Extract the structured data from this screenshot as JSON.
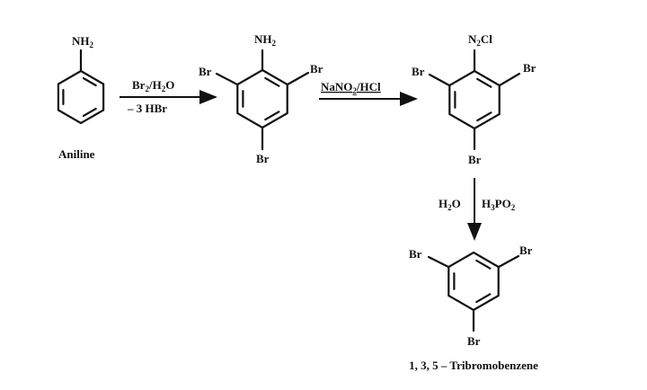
{
  "diagram": {
    "title_type": "reaction-scheme",
    "aniline": {
      "substituent": [
        "NH",
        "2"
      ],
      "name": "Aniline"
    },
    "step1": {
      "reagent": [
        "Br",
        "2",
        "/H",
        "2",
        "O"
      ],
      "byproduct": "– 3 HBr"
    },
    "tribromoaniline": {
      "top": [
        "NH",
        "2"
      ],
      "left": "Br",
      "right": "Br",
      "bottom": "Br"
    },
    "step2": {
      "reagent": [
        "NaNO",
        "2",
        "/HCl"
      ]
    },
    "diazonium": {
      "top": [
        "N",
        "2",
        "Cl"
      ],
      "left": "Br",
      "right": "Br",
      "bottom": "Br"
    },
    "step3": {
      "left_reagent": [
        "H",
        "2",
        "O"
      ],
      "right_reagent": [
        "H",
        "3",
        "PO",
        "2"
      ]
    },
    "product": {
      "left": "Br",
      "right": "Br",
      "bottom": "Br",
      "name": "1, 3, 5 – Tribromobenzene"
    }
  }
}
